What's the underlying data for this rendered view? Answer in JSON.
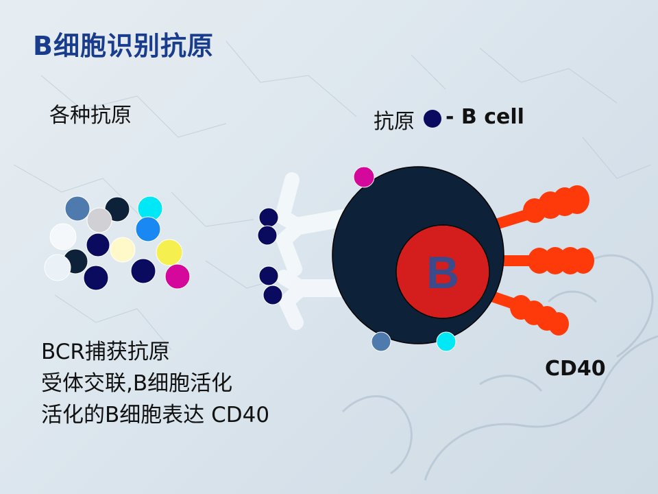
{
  "title": "B细胞识别抗原",
  "antigen_label": "各种抗原",
  "legend": {
    "prefix": "抗原",
    "suffix": "- B cell",
    "dot_color": "#0a0a5e"
  },
  "cell_label": "B",
  "cd40_label": "CD40",
  "description": [
    "BCR捕获抗原",
    "受体交联,B细胞活化",
    "活化的B细胞表达 CD40"
  ],
  "colors": {
    "title": "#1a3c8c",
    "cell_body": "#0d2138",
    "nucleus": "#d41d1d",
    "nucleus_text": "#3a4a8a",
    "cd40": "#ff3a0a",
    "receptor": "#f4f8fb",
    "bound_antigen": "#0a0a5e",
    "magenta": "#d4089a",
    "cyan": "#00e8f5",
    "steel_blue": "#4f7aad"
  },
  "antigen_colors": [
    "#4f7aad",
    "#0d2138",
    "#00e8f5",
    "#d0d0d5",
    "#f4f8fb",
    "#1a88f2",
    "#0a0a5e",
    "#fff8c8",
    "#f5f050",
    "#eaf2f8",
    "#0d2138",
    "#0a0a5e",
    "#0a0a5e",
    "#d4089a"
  ]
}
